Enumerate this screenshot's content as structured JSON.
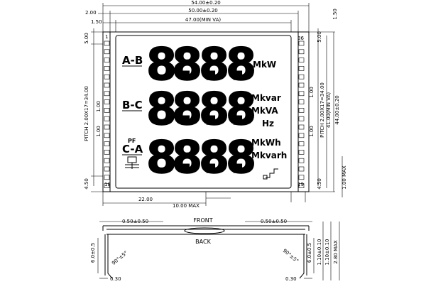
{
  "front_view": {
    "overall_width": "54.00±0.20",
    "glass_width": "50.00±0.20",
    "view_area_width": "47.00(MIN VA)",
    "left_offset_top": "2.00",
    "left_offset_va": "1.50",
    "right_offset_top": "1.50",
    "left_top_margin": "5.00",
    "right_top_margin": "5.00",
    "pitch_left": "PITCH 2.00X17=34.00",
    "pitch_right": "PITCH 2.00X17=34.00",
    "pin_dim_left_1": "1.00",
    "pin_dim_left_2": "1.00",
    "pin_dim_right_1": "1.00",
    "pin_dim_right_2": "1.00",
    "va_height": "41.00(MIN VA)",
    "overall_height": "44.00±0.20",
    "bottom_left": "4.50",
    "bottom_right": "4.50",
    "side_max": "1.00 MAX",
    "bottom_width": "22.00",
    "bottom_max": "10.00 MAX",
    "pin_36": "36",
    "pin_1": "1",
    "pin_18": "18",
    "pin_19": "19"
  },
  "display": {
    "row1_label": "A-B",
    "row2_label": "B-C",
    "row3_label": "C-A",
    "row3_sup": "PF",
    "digits": [
      "8.",
      "8.",
      "8.",
      "8"
    ],
    "unit_row1": "MkW",
    "unit_row2a": "Mkvar",
    "unit_row2b": "MkVA",
    "unit_row2c": "Hz",
    "unit_row3a": "MkWh",
    "unit_row3b": "Mkvarh"
  },
  "side_view": {
    "front_label": "FRONT",
    "back_label": "BACK",
    "left_top": "0.50±0.50",
    "right_top": "0.50±0.50",
    "left_height": "6.0±0.5",
    "right_height": "6.0±0.5",
    "left_angle": "90°±5°",
    "right_angle": "90°±5°",
    "thick_1": "1.10±0.10",
    "thick_2": "1.10±0.10",
    "thick_max": "2.80 MAX",
    "bottom_left": "0.30",
    "bottom_right": "0.30"
  }
}
